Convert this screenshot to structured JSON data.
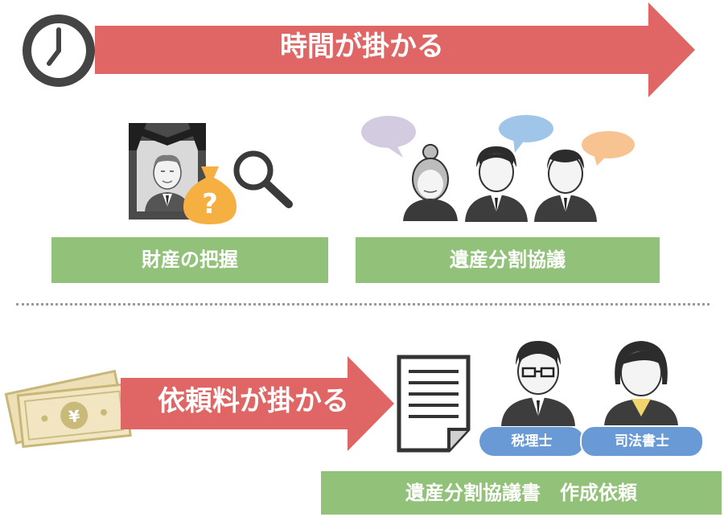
{
  "top_arrow": {
    "label": "時間が掛かる",
    "color": "#e06666"
  },
  "fee_arrow": {
    "label": "依頼料が掛かる",
    "color": "#e06666"
  },
  "boxes": {
    "assets": "財産の把握",
    "discussion": "遺産分割協議",
    "request": "遺産分割協議書　作成依頼"
  },
  "badges": {
    "tax_accountant": "税理士",
    "judicial_scrivener": "司法書士"
  },
  "money": {
    "symbol": "¥"
  },
  "icon_question": "?",
  "colors": {
    "green": "#92c27a",
    "badge_blue": "#6a9ad6",
    "bubble_purple": "#d3cbe0",
    "bubble_blue": "#9fc5e8",
    "bubble_orange": "#f6c391",
    "money_bag": "#f6b042"
  }
}
